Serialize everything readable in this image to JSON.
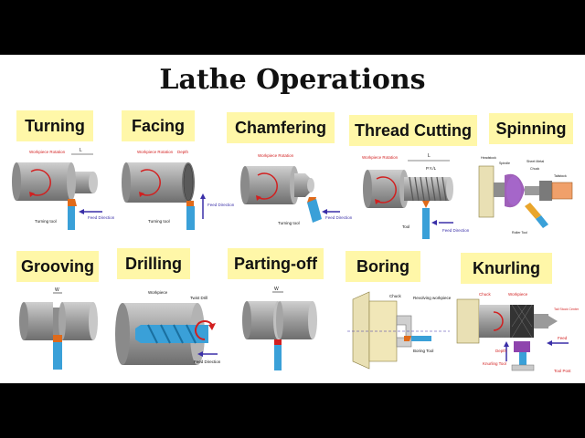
{
  "title": "Lathe Operations",
  "operations": [
    {
      "label": "Turning"
    },
    {
      "label": "Facing"
    },
    {
      "label": "Chamfering"
    },
    {
      "label": "Thread Cutting"
    },
    {
      "label": "Spinning"
    },
    {
      "label": "Grooving"
    },
    {
      "label": "Drilling"
    },
    {
      "label": "Parting-off"
    },
    {
      "label": "Boring"
    },
    {
      "label": "Knurling"
    }
  ],
  "annotations": {
    "workpiece_rotation": "Workpiece Rotation",
    "feed_direction": "Feed Direction",
    "turning_tool": "Turning tool",
    "depth": "Depth",
    "length": "L",
    "width": "W",
    "thread_pitch": "P.Y./L",
    "tool": "Tool",
    "workpiece": "Workpiece",
    "twist_drill": "Twist Drill",
    "chuck": "Chuck",
    "revolving_workpiece": "Revolving workpiece",
    "boring_tool": "Boring Tool",
    "tail_stock_center": "Tail Stock Center",
    "feed": "Feed",
    "knurling_tool": "Knurling Tool",
    "tool_post": "Tool Post",
    "spinning_parts": [
      "Headstock",
      "Spindle",
      "Sheet Metal",
      "Chuck",
      "Tailstock",
      "Roller Tool"
    ]
  },
  "colors": {
    "label_bg": "#fff7a8",
    "metal": "#9a9a9a",
    "tool": "#3aa0d8",
    "cut_edge": "#e06a1a",
    "arrow_red": "#d21f1f",
    "arrow_blue": "#3a2fa8"
  }
}
